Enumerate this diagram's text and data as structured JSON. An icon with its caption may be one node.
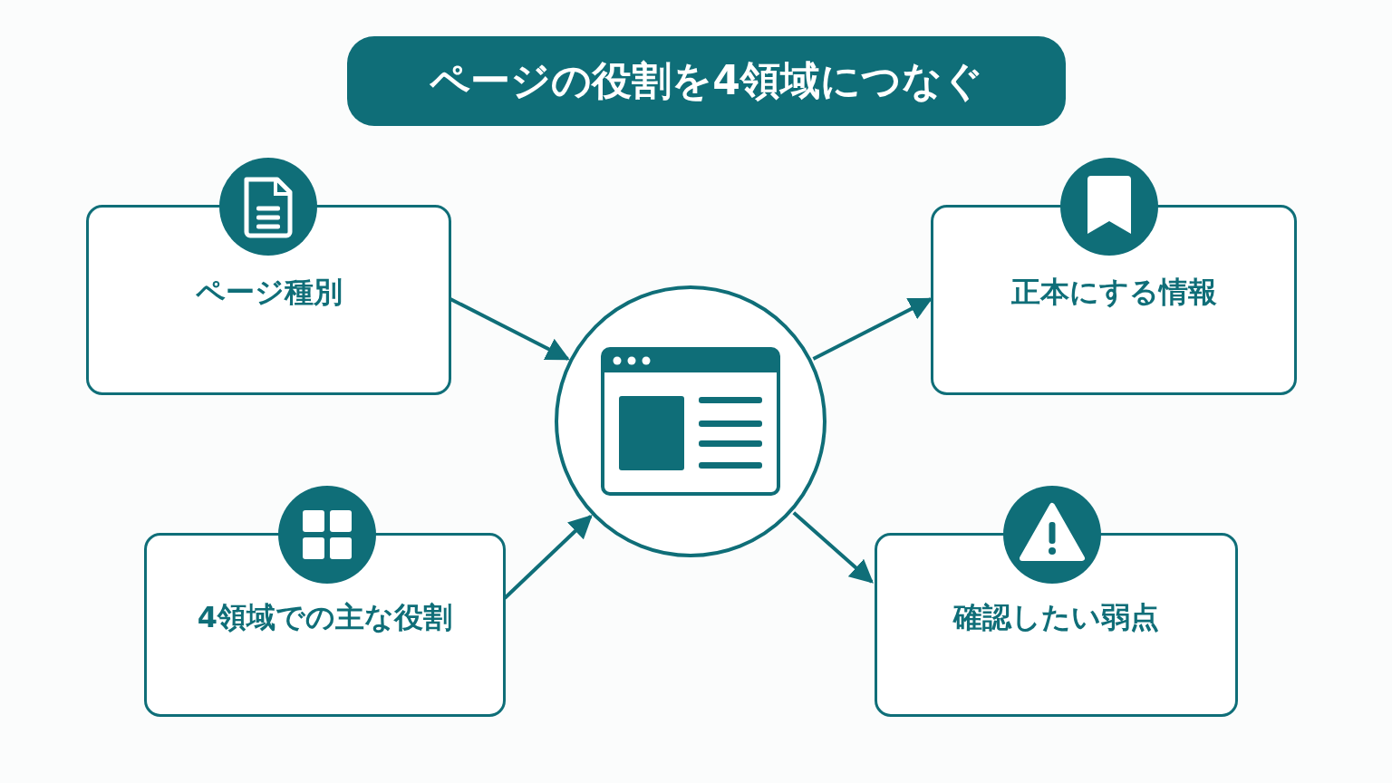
{
  "diagram": {
    "title": "ページの役割を4領域につなぐ",
    "nodes": [
      {
        "text": [
          "ページ種別"
        ]
      },
      {
        "text": [
          "正本にする情報"
        ]
      },
      {
        "text": [],
        "shape": "circle"
      },
      {
        "text": [
          "4領域での主な役割"
        ]
      },
      {
        "text": [
          "確認したい弱点"
        ]
      }
    ],
    "edges": [
      {
        "from": 0,
        "to": 2,
        "arrow": "to"
      },
      {
        "from": 2,
        "to": 1,
        "arrow": "to"
      },
      {
        "from": 3,
        "to": 2,
        "arrow": "to"
      },
      {
        "from": 2,
        "to": 4,
        "arrow": "to"
      }
    ]
  }
}
